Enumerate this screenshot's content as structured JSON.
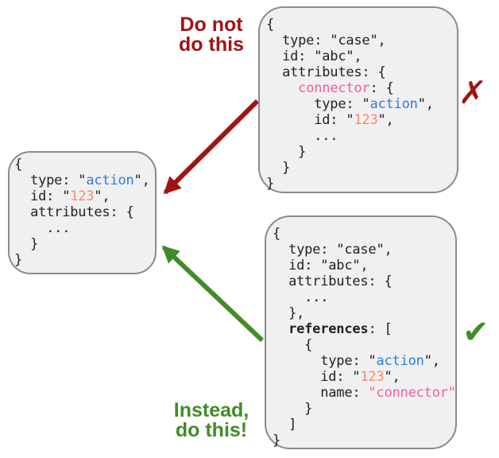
{
  "palette": {
    "code_default": "#202124",
    "pink": "#f45c9c",
    "blue": "#2b7ce0",
    "orange": "#fb8a6a",
    "red": "#a01414",
    "green": "#418c28",
    "box_fill": "#f0f0f1",
    "box_border": "#8a8a92",
    "bg": "#ffffff"
  },
  "labels": {
    "do_not_line1": "Do not",
    "do_not_line2": "do this",
    "instead_line1": "Instead,",
    "instead_line2": "do this!"
  },
  "marks": {
    "cross_glyph": "✗",
    "check_glyph": "✔"
  },
  "boxes": {
    "action_object": {
      "lines": [
        [
          {
            "t": "{",
            "c": "d"
          }
        ],
        [
          {
            "t": "  type: \"",
            "c": "d"
          },
          {
            "t": "action",
            "c": "b"
          },
          {
            "t": "\",",
            "c": "d"
          }
        ],
        [
          {
            "t": "  id: \"",
            "c": "d"
          },
          {
            "t": "123",
            "c": "o"
          },
          {
            "t": "\",",
            "c": "d"
          }
        ],
        [
          {
            "t": "  attributes: {",
            "c": "d"
          }
        ],
        [
          {
            "t": "    ...",
            "c": "d"
          }
        ],
        [
          {
            "t": "  }",
            "c": "d"
          }
        ],
        [
          {
            "t": "}",
            "c": "d"
          }
        ]
      ]
    },
    "nested_antipattern": {
      "lines": [
        [
          {
            "t": "{",
            "c": "d"
          }
        ],
        [
          {
            "t": "  type: \"case\",",
            "c": "d"
          }
        ],
        [
          {
            "t": "  id: \"abc\",",
            "c": "d"
          }
        ],
        [
          {
            "t": "  attributes: {",
            "c": "d"
          }
        ],
        [
          {
            "t": "    ",
            "c": "d"
          },
          {
            "t": "connector",
            "c": "p"
          },
          {
            "t": ": {",
            "c": "d"
          }
        ],
        [
          {
            "t": "      type: \"",
            "c": "d"
          },
          {
            "t": "action",
            "c": "b"
          },
          {
            "t": "\",",
            "c": "d"
          }
        ],
        [
          {
            "t": "      id: \"",
            "c": "d"
          },
          {
            "t": "123",
            "c": "o"
          },
          {
            "t": "\",",
            "c": "d"
          }
        ],
        [
          {
            "t": "      ...",
            "c": "d"
          }
        ],
        [
          {
            "t": "    }",
            "c": "d"
          }
        ],
        [
          {
            "t": "  }",
            "c": "d"
          }
        ],
        [
          {
            "t": "}",
            "c": "d"
          }
        ]
      ]
    },
    "references_pattern": {
      "lines": [
        [
          {
            "t": "{",
            "c": "d"
          }
        ],
        [
          {
            "t": "  type: \"case\",",
            "c": "d"
          }
        ],
        [
          {
            "t": "  id: \"abc\",",
            "c": "d"
          }
        ],
        [
          {
            "t": "  attributes: {",
            "c": "d"
          }
        ],
        [
          {
            "t": "    ...",
            "c": "d"
          }
        ],
        [
          {
            "t": "  },",
            "c": "d"
          }
        ],
        [
          {
            "t": "  ",
            "c": "d"
          },
          {
            "t": "references",
            "c": "d",
            "bold": true
          },
          {
            "t": ": [",
            "c": "d"
          }
        ],
        [
          {
            "t": "    {",
            "c": "d"
          }
        ],
        [
          {
            "t": "      type: \"",
            "c": "d"
          },
          {
            "t": "action",
            "c": "b"
          },
          {
            "t": "\",",
            "c": "d"
          }
        ],
        [
          {
            "t": "      id: \"",
            "c": "d"
          },
          {
            "t": "123",
            "c": "o"
          },
          {
            "t": "\",",
            "c": "d"
          }
        ],
        [
          {
            "t": "      name: ",
            "c": "d"
          },
          {
            "t": "\"connector\"",
            "c": "p"
          }
        ],
        [
          {
            "t": "    }",
            "c": "d"
          }
        ],
        [
          {
            "t": "  ]",
            "c": "d"
          }
        ],
        [
          {
            "t": "}",
            "c": "d"
          }
        ]
      ]
    }
  }
}
